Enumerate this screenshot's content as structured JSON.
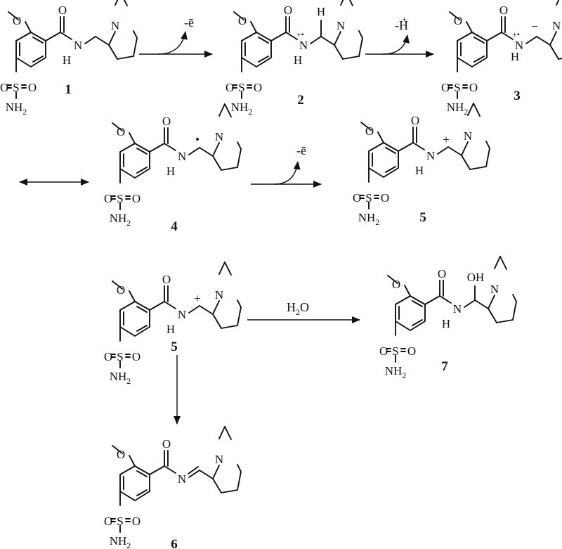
{
  "atoms": {
    "oxygen": "O",
    "nitrogen": "N",
    "hydrogen": "H",
    "sulfur": "S",
    "hydroxyl": "OH",
    "amine": "NH",
    "two": "2"
  },
  "charges": {
    "radical_cation": "+•",
    "cation": "+",
    "anion": "−",
    "radical": "•"
  },
  "compounds": [
    {
      "label": "1"
    },
    {
      "label": "2"
    },
    {
      "label": "3"
    },
    {
      "label": "4"
    },
    {
      "label": "5"
    },
    {
      "label": "5"
    },
    {
      "label": "6"
    },
    {
      "label": "7"
    }
  ],
  "steps": [
    {
      "from": "1",
      "to": "2",
      "reagent_main": "-ē",
      "reagent_sup": ""
    },
    {
      "from": "2",
      "to": "3",
      "reagent_main": "-H",
      "reagent_sup": "+"
    },
    {
      "from": "3",
      "to": "4",
      "reagent_main": "",
      "reagent_sup": ""
    },
    {
      "from": "4",
      "to": "5",
      "reagent_main": "-ē",
      "reagent_sup": ""
    },
    {
      "from": "5",
      "to": "7",
      "reagent_main": "H",
      "reagent_sub": "2",
      "reagent_tail": "O"
    },
    {
      "from": "5",
      "to": "6",
      "reagent_main": "",
      "reagent_sup": ""
    }
  ],
  "colors": {
    "ink": "#111111",
    "background": "#ffffff"
  }
}
